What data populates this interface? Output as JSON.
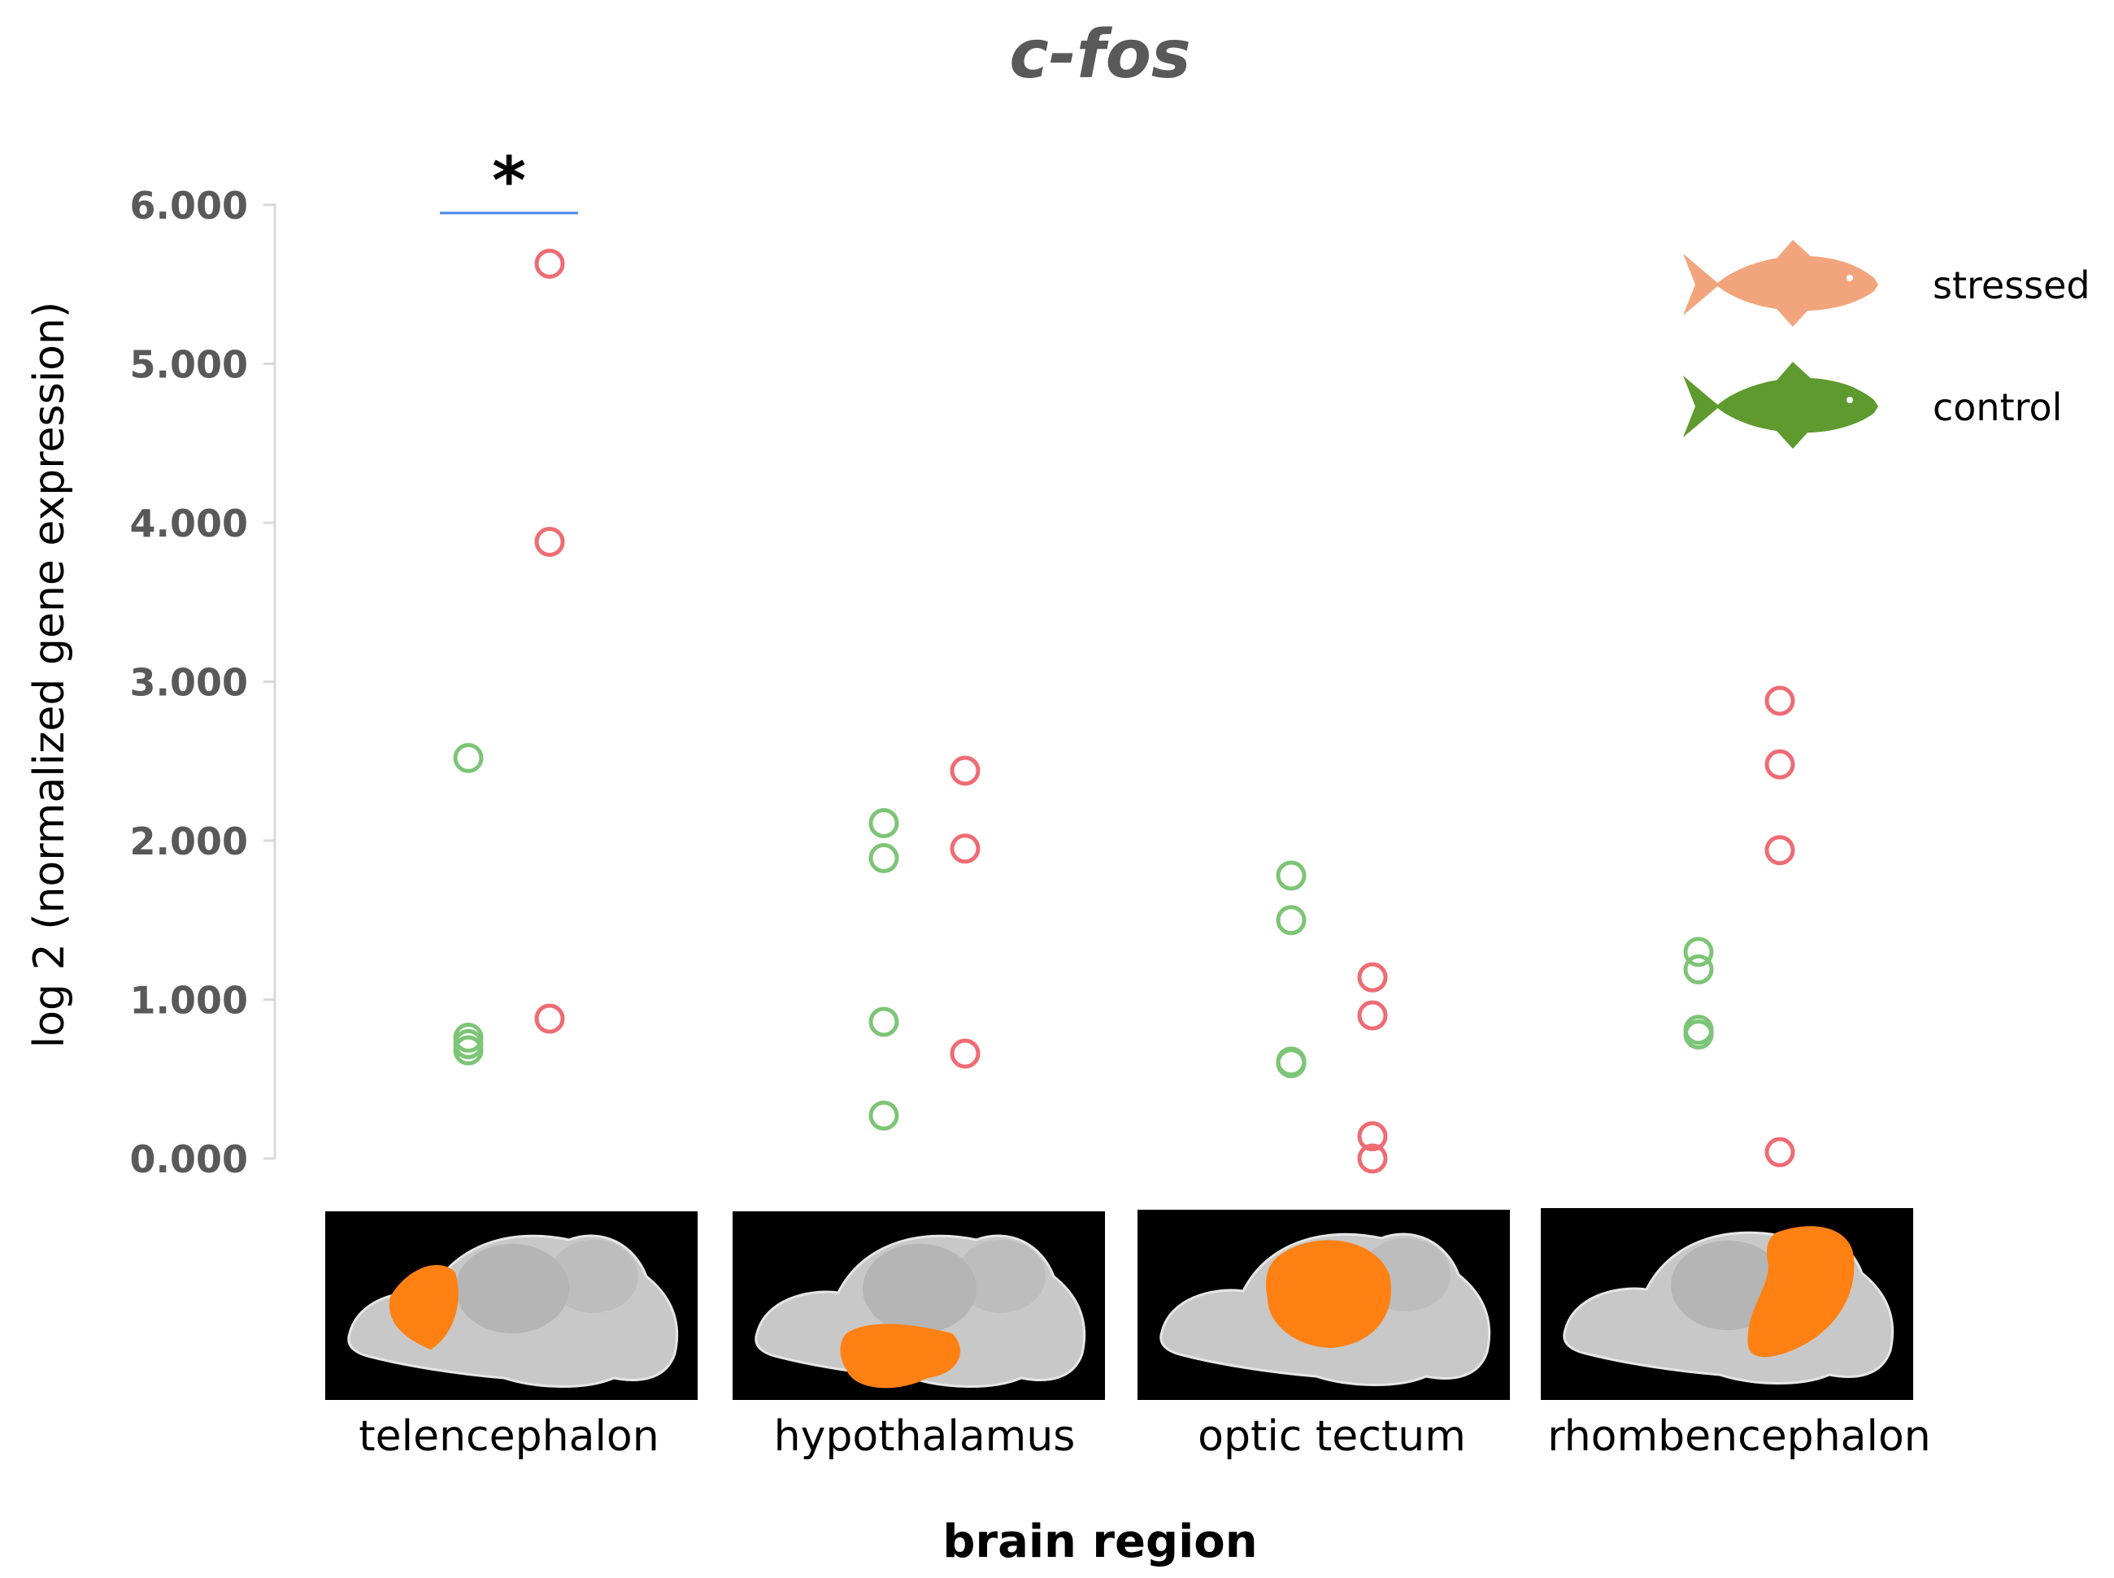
{
  "chart_data": {
    "type": "scatter",
    "title": "c-fos",
    "xlabel": "brain region",
    "ylabel": "log 2 (normalized gene expression)",
    "ylim": [
      0,
      6
    ],
    "yticks": [
      "0.000",
      "1.000",
      "2.000",
      "3.000",
      "4.000",
      "5.000",
      "6.000"
    ],
    "categories": [
      "telencephalon",
      "hypothalamus",
      "optic tectum",
      "rhombencephalon"
    ],
    "series": [
      {
        "name": "control",
        "color": "#7cc576",
        "values": [
          [
            2.52,
            0.76,
            0.72,
            0.68
          ],
          [
            2.11,
            1.89,
            0.86,
            0.27
          ],
          [
            1.78,
            1.5,
            0.6,
            0.61
          ],
          [
            1.3,
            1.19,
            0.81,
            0.78
          ]
        ]
      },
      {
        "name": "stressed",
        "color": "#ef6b73",
        "values": [
          [
            5.63,
            3.88,
            0.88
          ],
          [
            2.44,
            1.95,
            0.66
          ],
          [
            1.14,
            0.9,
            0.14,
            0.0
          ],
          [
            2.88,
            2.48,
            1.94,
            0.04
          ]
        ]
      }
    ],
    "significance": {
      "category": "telencephalon",
      "label": "*"
    },
    "legend": {
      "position": "top-right",
      "entries": [
        {
          "label": "stressed",
          "color": "#f2a57c"
        },
        {
          "label": "control",
          "color": "#5e9a2e"
        }
      ]
    },
    "region_highlight_color": "#ff8114"
  }
}
